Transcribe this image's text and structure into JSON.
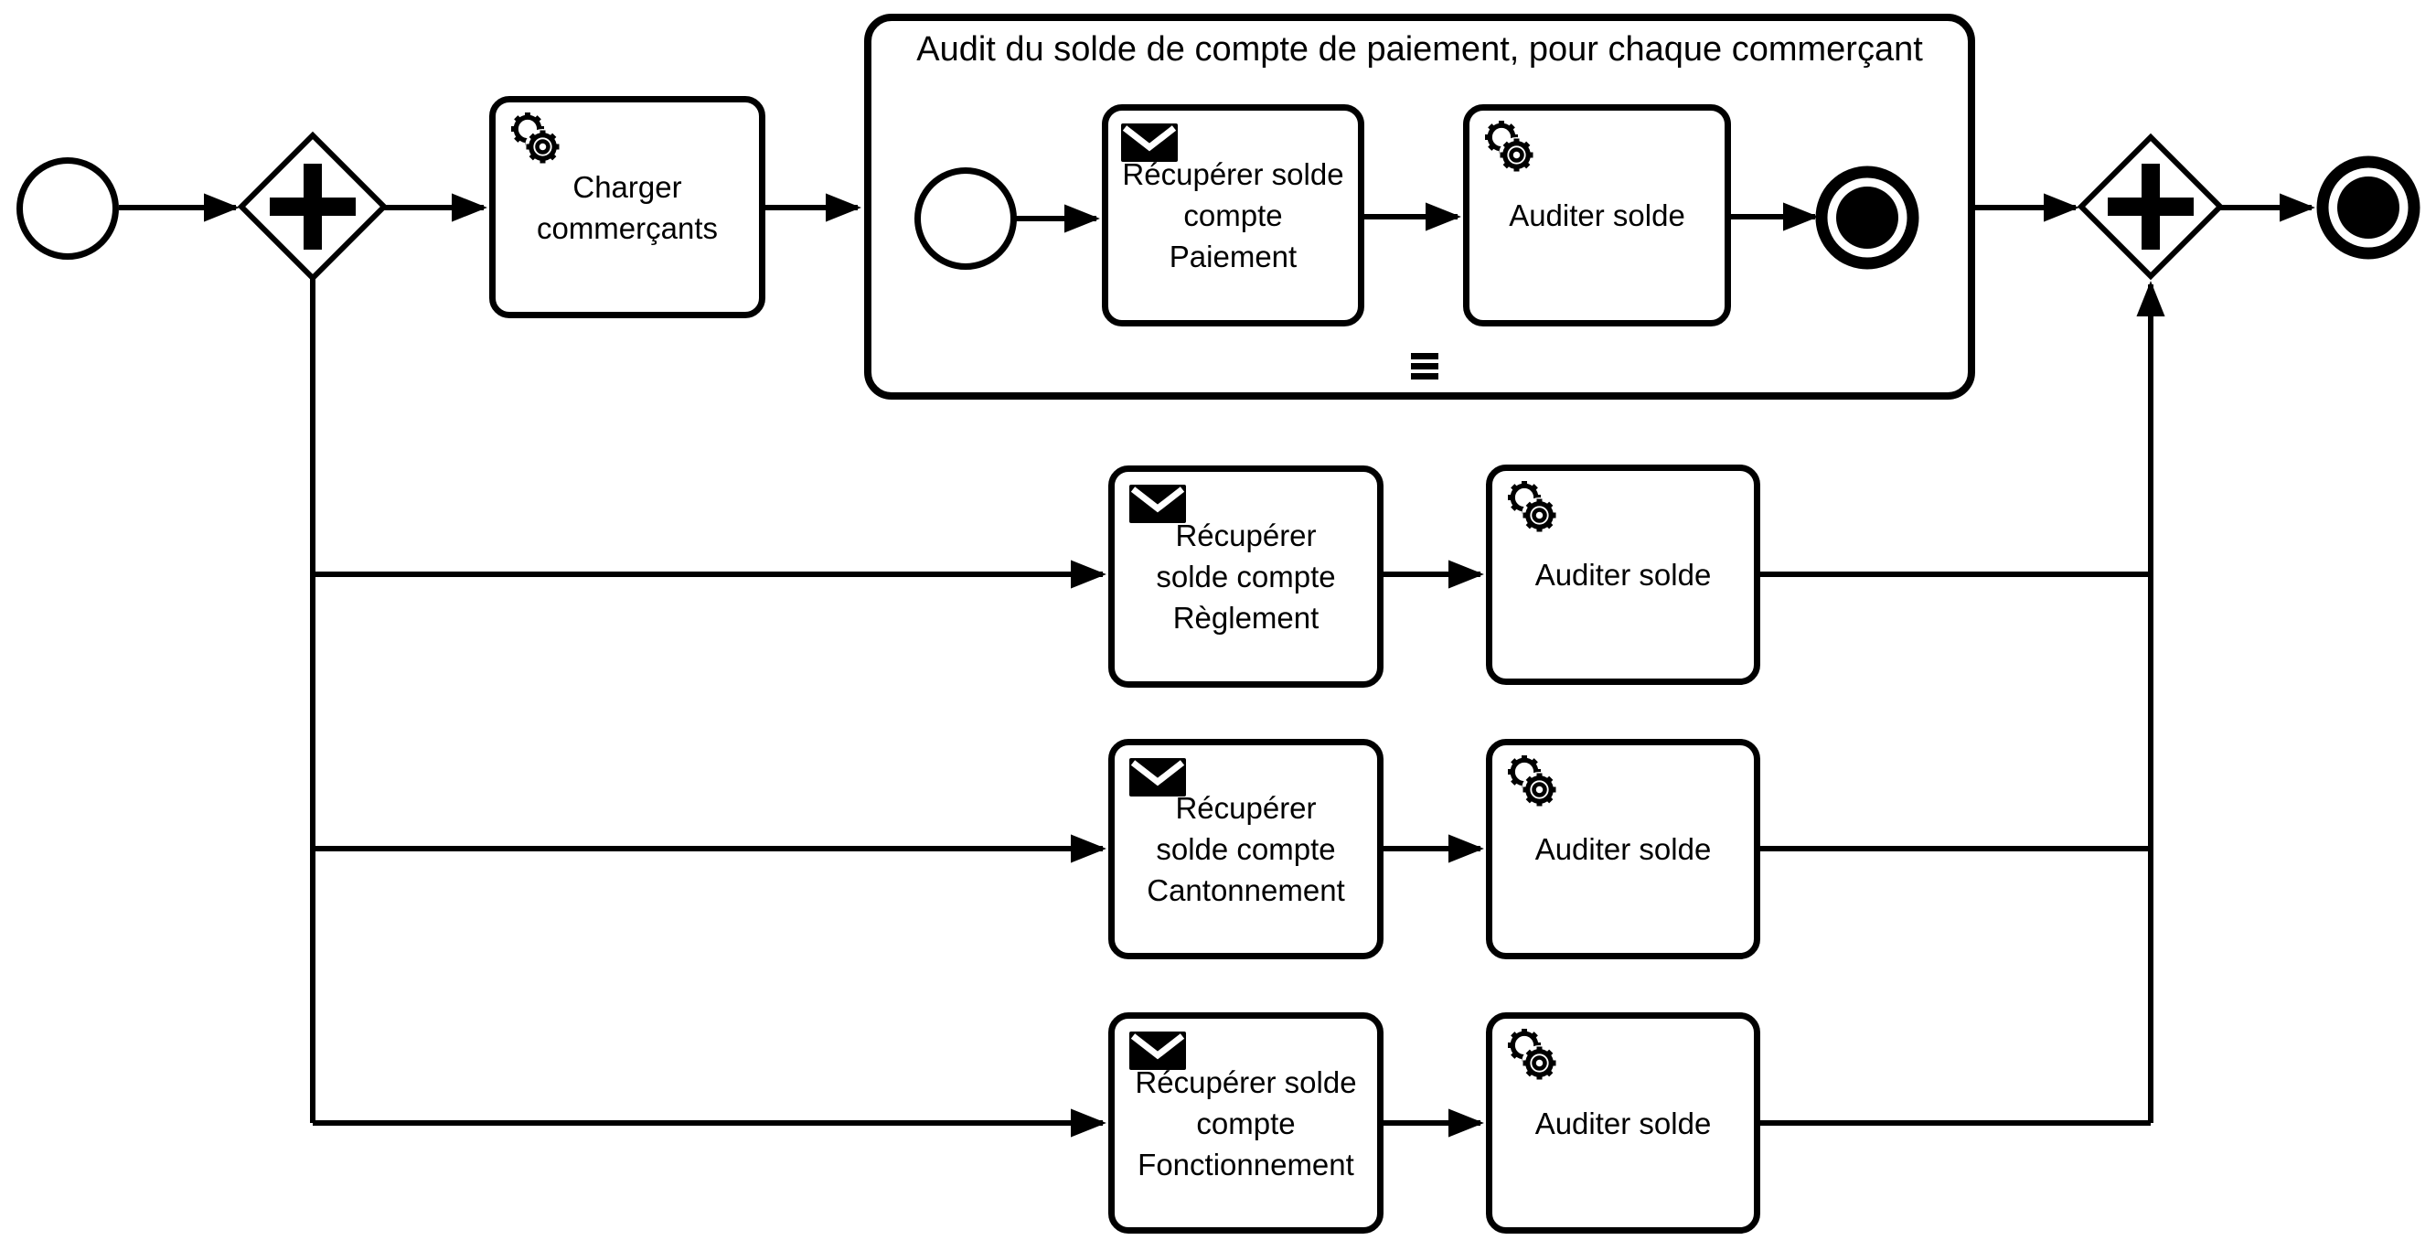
{
  "colors": {
    "stroke": "#000000",
    "fill": "#ffffff"
  },
  "subprocess": {
    "title": "Audit du solde de compte de paiement, pour chaque commerçant",
    "marker": "sequential-multi-instance",
    "task_recuperer": {
      "label": "Récupérer solde\ncompte\nPaiement",
      "type": "receive-task"
    },
    "task_auditer": {
      "label": "Auditer solde",
      "type": "service-task"
    }
  },
  "tasks": {
    "charger": {
      "label": "Charger\ncommerçants",
      "type": "service-task"
    },
    "recuperer_reglement": {
      "label": "Récupérer\nsolde compte\nRèglement",
      "type": "receive-task"
    },
    "auditer_reglement": {
      "label": "Auditer solde",
      "type": "service-task"
    },
    "recuperer_cantonnement": {
      "label": "Récupérer\nsolde compte\nCantonnement",
      "type": "receive-task"
    },
    "auditer_cantonnement": {
      "label": "Auditer solde",
      "type": "service-task"
    },
    "recuperer_fonctionnement": {
      "label": "Récupérer solde\ncompte\nFonctionnement",
      "type": "receive-task"
    },
    "auditer_fonctionnement": {
      "label": "Auditer solde",
      "type": "service-task"
    }
  },
  "events": {
    "start": "start-event",
    "sub_start": "start-event",
    "sub_end": "terminate-end-event",
    "end": "terminate-end-event"
  },
  "gateways": {
    "split": "parallel-gateway",
    "join": "parallel-gateway"
  }
}
